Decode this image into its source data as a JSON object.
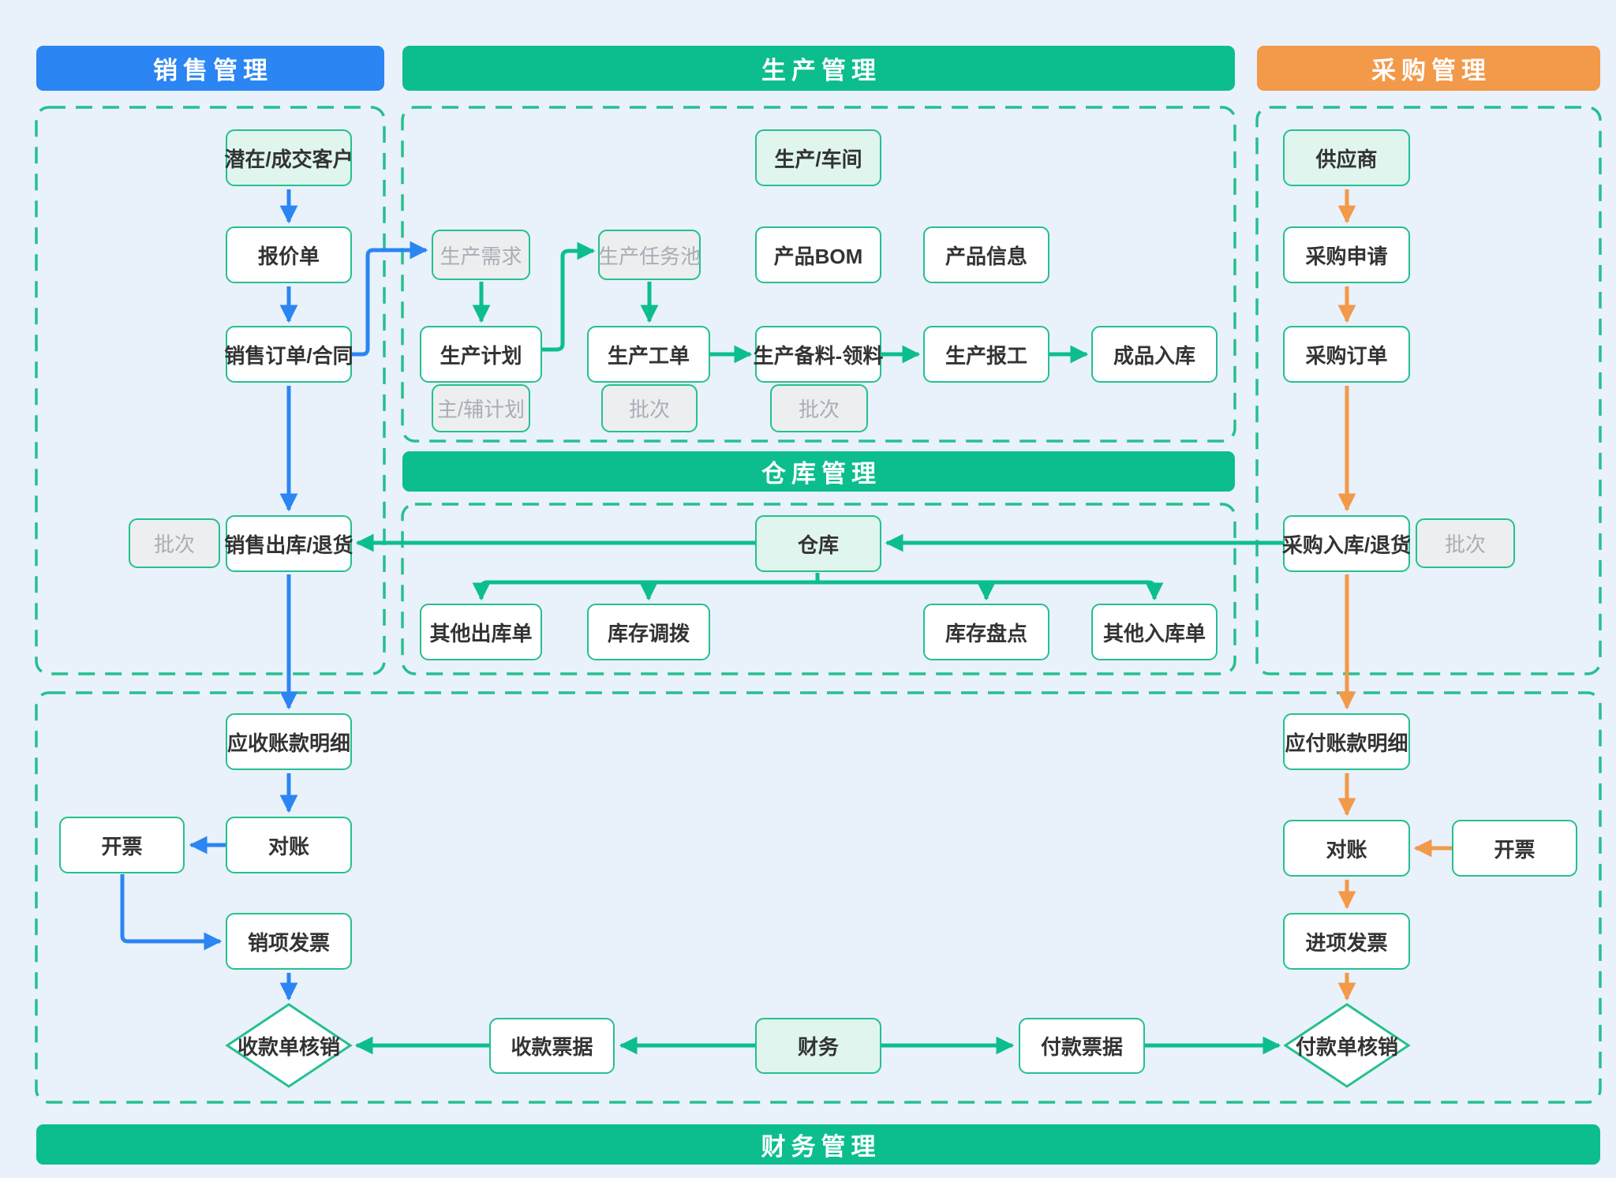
{
  "headers": {
    "sales": "销售管理",
    "production": "生产管理",
    "purchase": "采购管理",
    "warehouse": "仓库管理",
    "finance": "财务管理"
  },
  "nodes": {
    "customer": "潜在/成交客户",
    "quote": "报价单",
    "sales_order": "销售订单/合同",
    "batch_sales": "批次",
    "sales_outbound": "销售出库/退货",
    "ar_detail": "应收账款明细",
    "reconcile_sales": "对账",
    "invoice_sales": "开票",
    "sales_invoice": "销项发票",
    "receipt_verify": "收款单核销",
    "workshop": "生产/车间",
    "prod_demand": "生产需求",
    "prod_task_pool": "生产任务池",
    "product_bom": "产品BOM",
    "product_info": "产品信息",
    "prod_plan": "生产计划",
    "main_aux_plan": "主/辅计划",
    "prod_work_order": "生产工单",
    "batch_work_order": "批次",
    "prod_material": "生产备料-领料",
    "batch_material": "批次",
    "prod_report": "生产报工",
    "finished_inbound": "成品入库",
    "warehouse": "仓库",
    "other_outbound": "其他出库单",
    "stock_transfer": "库存调拨",
    "stock_count": "库存盘点",
    "other_inbound": "其他入库单",
    "supplier": "供应商",
    "purchase_request": "采购申请",
    "purchase_order": "采购订单",
    "purchase_inbound": "采购入库/退货",
    "batch_purchase": "批次",
    "ap_detail": "应付账款明细",
    "reconcile_purchase": "对账",
    "invoice_purchase": "开票",
    "input_invoice": "进项发票",
    "payment_verify": "付款单核销",
    "receipt_bill": "收款票据",
    "finance_dept": "财务",
    "payment_bill": "付款票据"
  },
  "colors": {
    "sales_accent": "#2B85F2",
    "production_accent": "#0CBE8D",
    "purchase_accent": "#F2994A",
    "node_border": "#25C08E",
    "tint_fill": "#DFF5EE",
    "muted_fill": "#ECEEF0",
    "muted_text": "#A9AEB6",
    "background": "#E9F1FB"
  }
}
